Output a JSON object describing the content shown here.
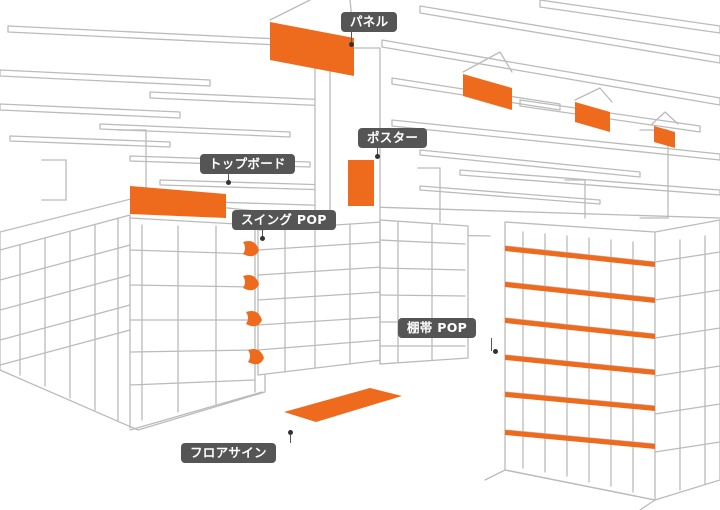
{
  "colors": {
    "accent": "#ee6a1c",
    "line": "#bbbbbb",
    "label_bg": "#555555",
    "label_text": "#ffffff"
  },
  "labels": {
    "panel": "パネル",
    "poster": "ポスター",
    "top_board": "トップボード",
    "swing_pop": "スイング POP",
    "shelf_strip_pop": "棚帯 POP",
    "floor_sign": "フロアサイン"
  }
}
